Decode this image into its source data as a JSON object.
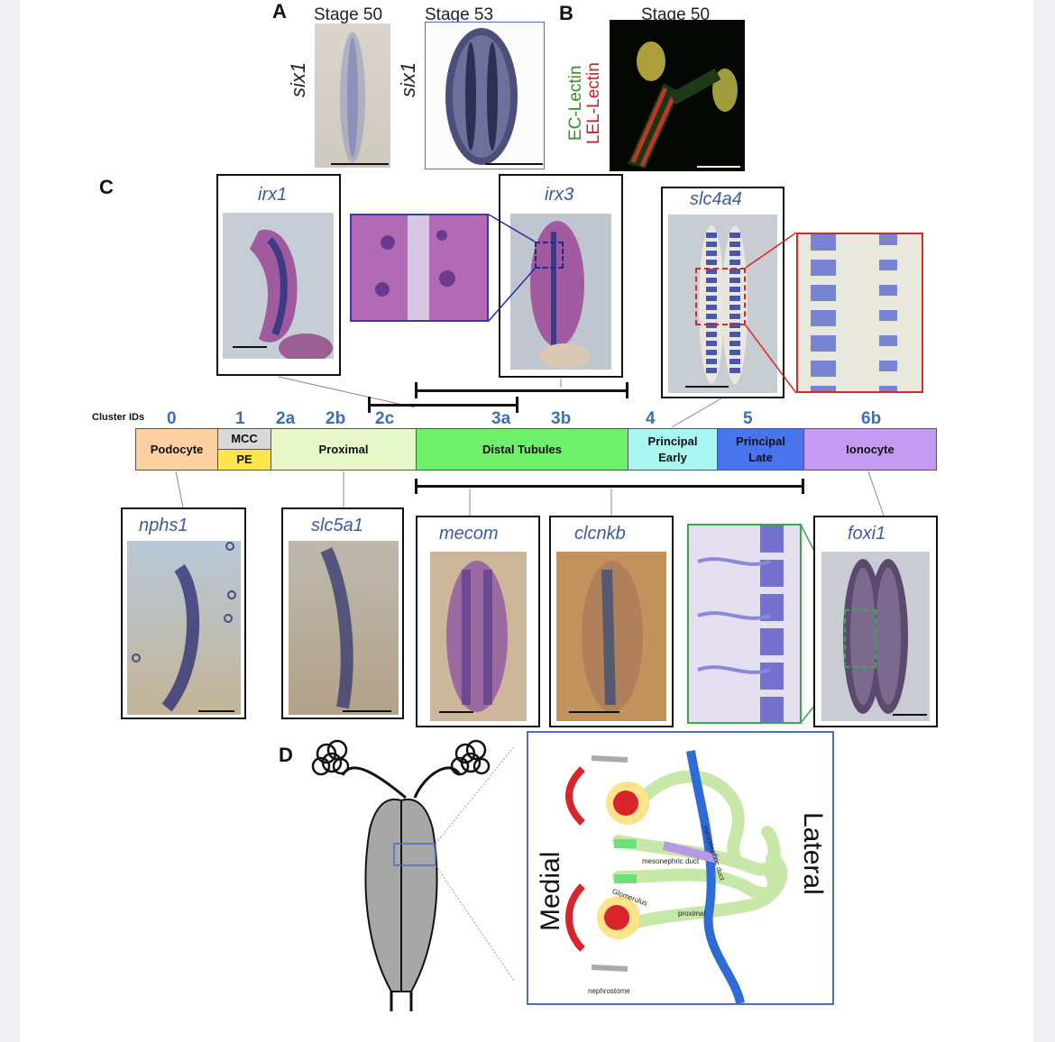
{
  "panels": {
    "a": "A",
    "b": "B",
    "c": "C",
    "d": "D"
  },
  "panel_a": {
    "stage_50": "Stage 50",
    "stage_53": "Stage 53",
    "gene": "six1"
  },
  "panel_b": {
    "stage": "Stage 50",
    "label_green": "EC-Lectin",
    "label_red": "LEL-Lectin"
  },
  "panel_c": {
    "top_genes": [
      "irx1",
      "irx3",
      "slc4a4"
    ],
    "bottom_genes": [
      "nphs1",
      "slc5a1",
      "mecom",
      "clcnkb",
      "foxi1"
    ],
    "cluster_header": "Cluster IDs",
    "cluster_ids": [
      "0",
      "1",
      "2a",
      "2b",
      "2c",
      "3a",
      "3b",
      "4",
      "5",
      "6b"
    ],
    "segments": {
      "podocyte": "Podocyte",
      "mcc": "MCC",
      "pe": "PE",
      "proximal": "Proximal",
      "distal": "Distal Tubules",
      "principal_early_1": "Principal",
      "principal_early_2": "Early",
      "principal_late_1": "Principal",
      "principal_late_2": "Late",
      "ionocyte": "Ionocyte"
    }
  },
  "panel_d": {
    "medial": "Medial",
    "lateral": "Lateral",
    "labels": {
      "glomerulus": "Glomerulus",
      "proximal": "proximal",
      "mesonephric_duct": "mesonephric duct",
      "nephric_duct": "mesonephric duct",
      "nephrostome": "nephrostome"
    }
  },
  "colors": {
    "podocyte": "#fcd0a1",
    "mcc": "#d9d9d9",
    "pe": "#fde64b",
    "proximal": "#e6f7c8",
    "distal": "#6ef06a",
    "principal_early": "#aaf5ef",
    "principal_late": "#4a74ee",
    "ionocyte": "#c49af2",
    "gene_text": "#3d5b9c",
    "cluster_id": "#3d6eb6"
  }
}
